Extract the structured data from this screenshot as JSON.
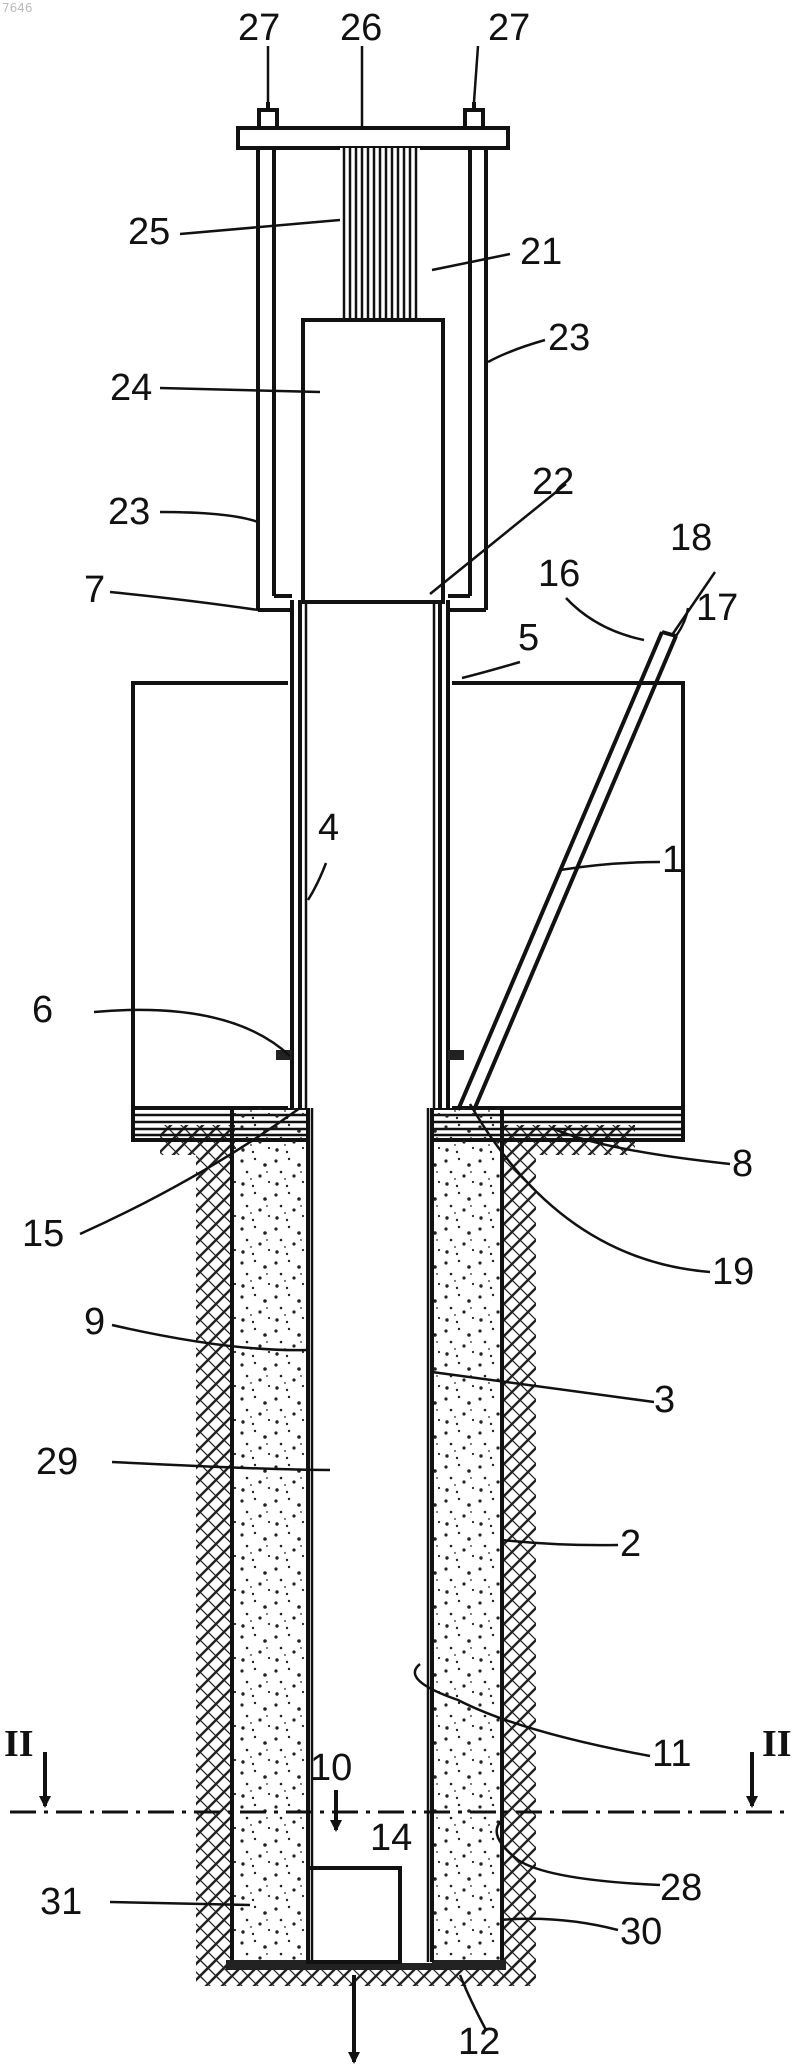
{
  "figure": {
    "corner_mark": "7646",
    "section_marker": "II",
    "labels": {
      "l1": "1",
      "l2": "2",
      "l3": "3",
      "l4": "4",
      "l5": "5",
      "l6": "6",
      "l7": "7",
      "l8": "8",
      "l9": "9",
      "l10": "10",
      "l11": "11",
      "l12": "12",
      "l14": "14",
      "l15": "15",
      "l16": "16",
      "l17": "17",
      "l18": "18",
      "l19": "19",
      "l21": "21",
      "l22": "22",
      "l23a": "23",
      "l23b": "23",
      "l24": "24",
      "l25": "25",
      "l26": "26",
      "l27a": "27",
      "l27b": "27",
      "l28": "28",
      "l29": "29",
      "l30": "30",
      "l31": "31"
    }
  }
}
